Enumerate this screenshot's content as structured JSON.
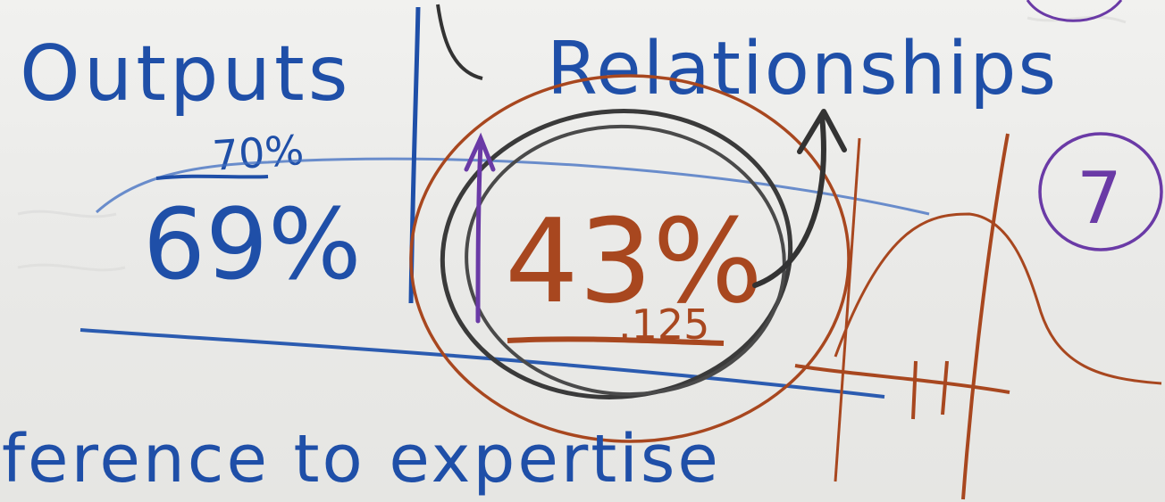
{
  "texts": {
    "outputs": "Outputs",
    "pct_70": "70%",
    "pct_69": "69%",
    "relationships": "Relationships",
    "pct_43": "43%",
    "decimal_125": ".125",
    "circled_number": "7",
    "reference_line": "ference to expertise"
  },
  "colors": {
    "blue_ink": "#1f4fa8",
    "brown_ink": "#a8471f",
    "black_ink": "#3a3a3a",
    "purple_ink": "#6a3aa6",
    "paper": "#ececea"
  }
}
